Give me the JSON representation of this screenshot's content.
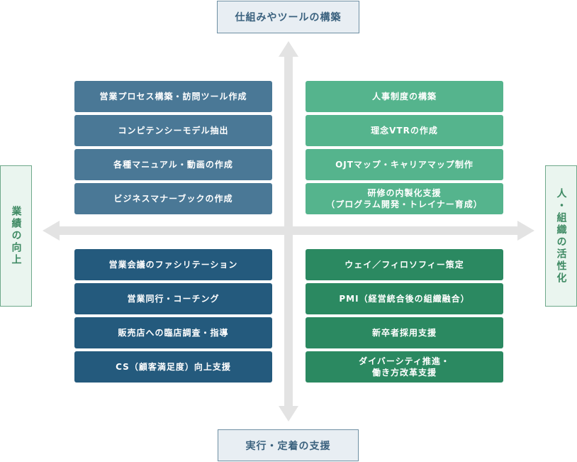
{
  "axes": {
    "top": "仕組みやツールの構築",
    "bottom": "実行・定着の支援",
    "left": "業績の向上",
    "right": "人・組織の活性化"
  },
  "quadrants": {
    "top_left": [
      "営業プロセス構築・訪問ツール作成",
      "コンピテンシーモデル抽出",
      "各種マニュアル・動画の作成",
      "ビジネスマナーブックの作成"
    ],
    "top_right": [
      "人事制度の構築",
      "理念VTRの作成",
      "OJTマップ・キャリアマップ制作",
      "研修の内製化支援\n（プログラム開発・トレイナー育成）"
    ],
    "bottom_left": [
      "営業会議のファシリテーション",
      "営業同行・コーチング",
      "販売店への臨店調査・指導",
      "CS（顧客満足度）向上支援"
    ],
    "bottom_right": [
      "ウェイ／フィロソフィー策定",
      "PMI（経営統合後の組織融合）",
      "新卒者採用支援",
      "ダイバーシティ推進・\n働き方改革支援"
    ]
  },
  "colors": {
    "top_left": "#4a7896",
    "top_right": "#55b48d",
    "bottom_left": "#245a7d",
    "bottom_right": "#2b8961",
    "arrow": "#e3e3e3"
  }
}
